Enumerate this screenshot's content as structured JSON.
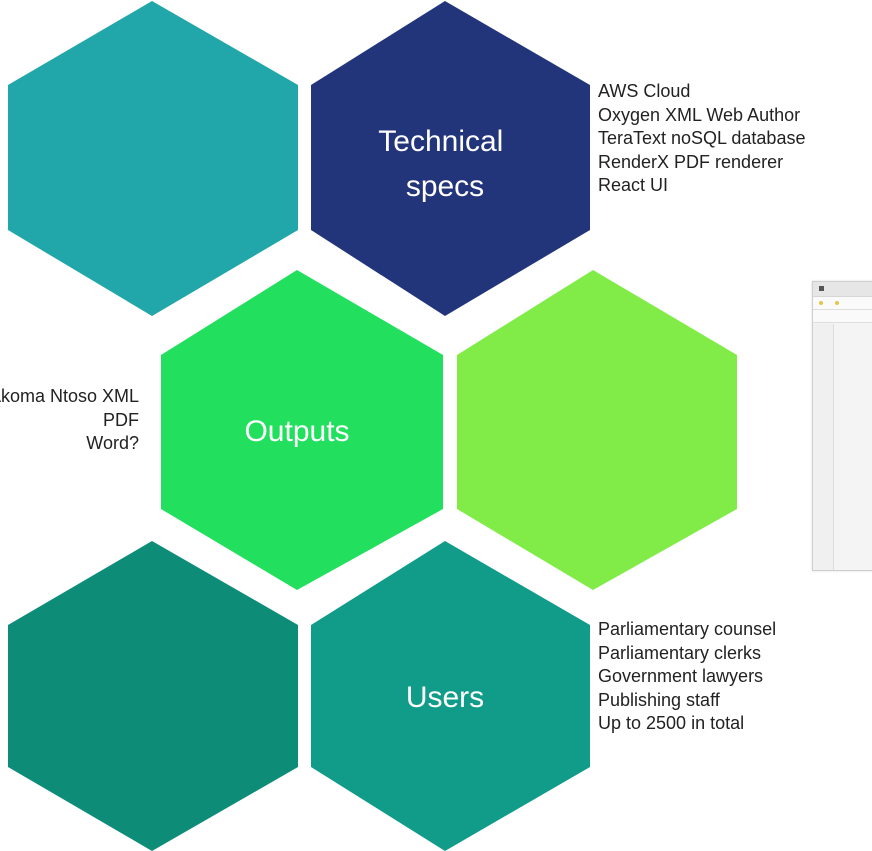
{
  "hexagons": {
    "specs": {
      "label_lines": [
        "Technical",
        "specs"
      ],
      "color": "#22357A"
    },
    "outputs": {
      "label_lines": [
        "Outputs"
      ],
      "color": "#22E05E"
    },
    "users": {
      "label_lines": [
        "Users"
      ],
      "color": "#119B89"
    },
    "top_left": {
      "color": "#21A6A9"
    },
    "middle_right": {
      "color": "#81EC47"
    },
    "bottom_left": {
      "color": "#0D8C78"
    }
  },
  "specs_list": [
    "AWS Cloud",
    "Oxygen XML Web Author",
    "TeraText noSQL database",
    "RenderX PDF renderer",
    "React UI"
  ],
  "outputs_list": [
    "Akoma Ntoso XML",
    "PDF",
    "Word?"
  ],
  "users_list": [
    "Parliamentary counsel",
    "Parliamentary clerks",
    "Government lawyers",
    "Publishing staff",
    "Up to 2500 in total"
  ],
  "colors": {
    "text": "#222222",
    "label": "#ffffff"
  }
}
